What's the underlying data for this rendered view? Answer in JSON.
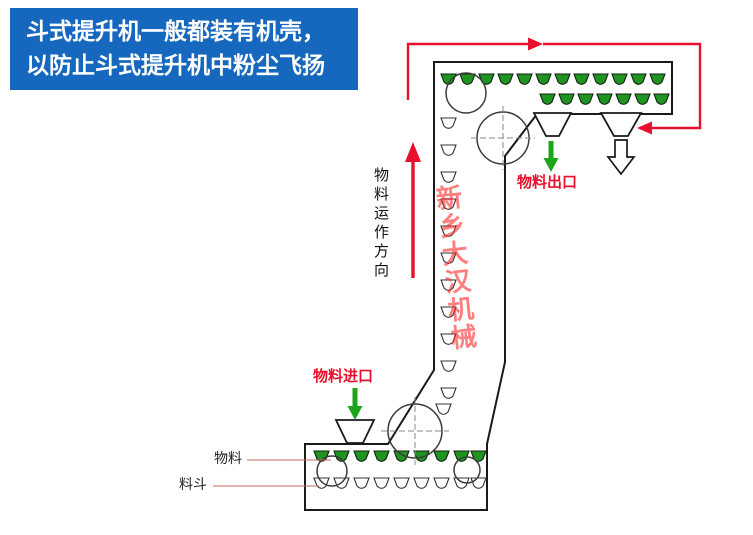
{
  "caption": {
    "line1": "斗式提升机一般都装有机壳，",
    "line2": "以防止斗式提升机中粉尘飞扬"
  },
  "diagram": {
    "flow_direction_label": "物料运作方向",
    "outlet_label": "物料出口",
    "inlet_label": "物料进口",
    "material_label": "物料",
    "bucket_label": "料斗",
    "watermark": "新乡大汉机械"
  },
  "colors": {
    "caption_background": "#1568be",
    "caption_text": "#ffffff",
    "highlight_red": "#e8112d",
    "arrow_green": "#1ca51c",
    "bucket_green": "#1f9420",
    "watermark_red": "#ff2a2a",
    "outline_black": "#1a1a1a"
  }
}
